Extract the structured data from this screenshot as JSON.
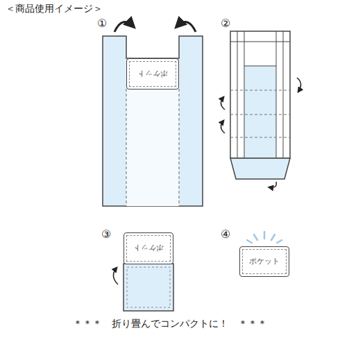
{
  "diagram": {
    "title": "＜商品使用イメージ＞",
    "caption": "＊＊＊　折り畳んでコンパクトに！　＊＊＊",
    "nodes": [
      {
        "text": [
          "ポケット"
        ]
      },
      {
        "text": [
          "ポケット"
        ]
      },
      {
        "text": [
          "ポケット"
        ]
      }
    ],
    "labels": [
      "①",
      "②",
      "③",
      "④"
    ]
  }
}
